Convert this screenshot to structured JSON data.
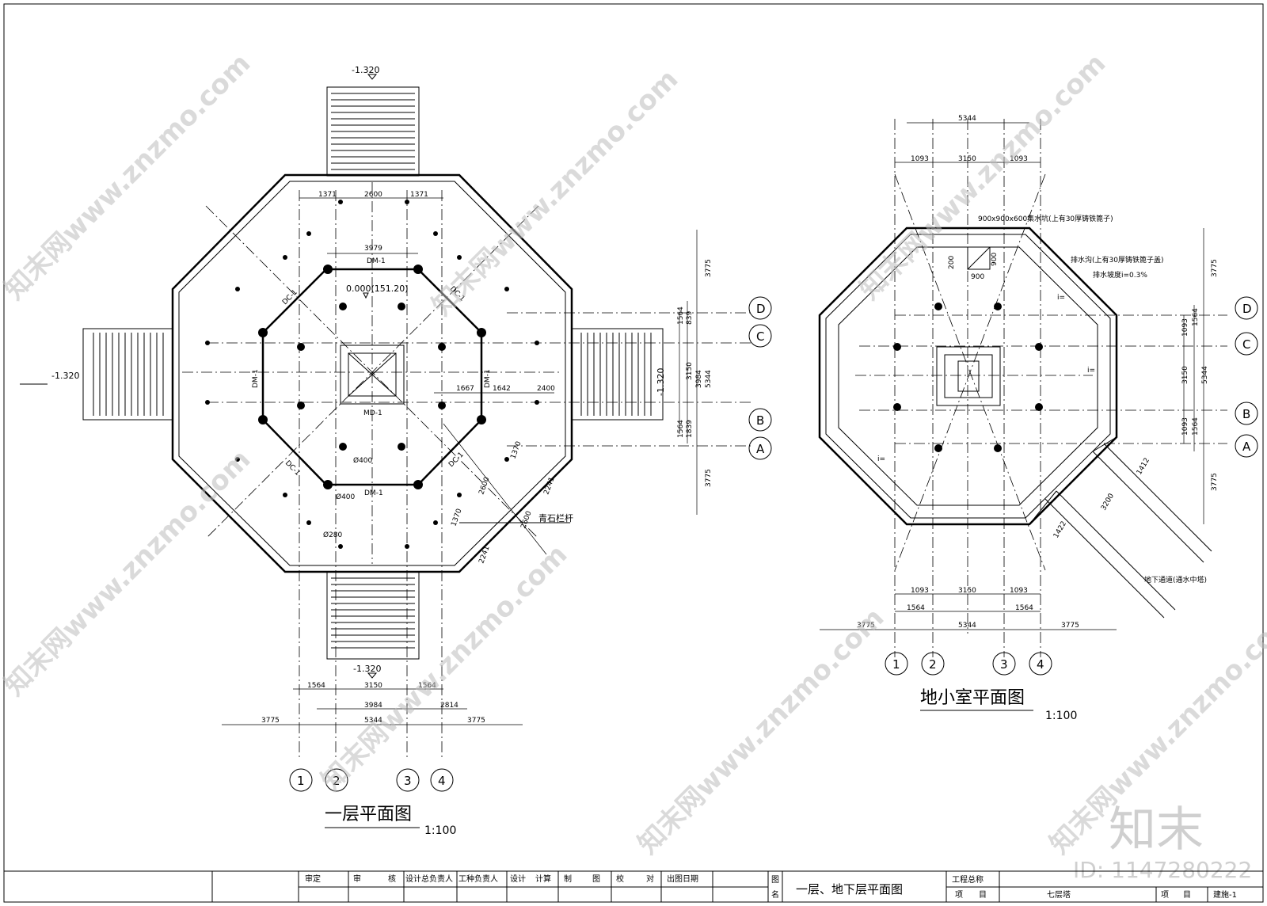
{
  "plan1": {
    "title": "一层平面图",
    "scale": "1:100",
    "level_center": "0.000(151.20)",
    "level_top": "-1.320",
    "level_left": "-1.320",
    "level_right": "-1.320",
    "level_bottom": "-1.320",
    "dims_top": [
      "1371",
      "2600",
      "1371"
    ],
    "dim_inner": "3979",
    "dims_right": [
      "1564",
      "839",
      "3150",
      "3984",
      "5344",
      "1839",
      "1564",
      "3775",
      "3775"
    ],
    "dims_bottom_row1": [
      "1564",
      "3150",
      "1564"
    ],
    "dims_bottom_row2": [
      "3984",
      "2814"
    ],
    "dims_bottom_row3": [
      "3775",
      "5344",
      "3775"
    ],
    "dims_mid": [
      "1667",
      "1642",
      "2400"
    ],
    "dims_diag": [
      "1370",
      "2600",
      "2241",
      "1370",
      "2600",
      "2241"
    ],
    "labels": [
      "DM-1",
      "DM-1",
      "DM-1",
      "DM-1",
      "DC-1",
      "DC-1",
      "DC-1",
      "DC-1",
      "MD-1"
    ],
    "col_sizes": [
      "Ø400",
      "Ø400",
      "Ø280"
    ],
    "railing": "青石栏杆",
    "axes_x": [
      "1",
      "2",
      "3",
      "4"
    ],
    "axes_y": [
      "D",
      "C",
      "B",
      "A"
    ]
  },
  "plan2": {
    "title": "地小室平面图",
    "scale": "1:100",
    "dims_top": [
      "5344",
      "1093",
      "3150",
      "1093"
    ],
    "dims_bottom_row1": [
      "1093",
      "3150",
      "1093"
    ],
    "dims_bottom_row2": [
      "1564",
      "1564"
    ],
    "dims_bottom_row3": [
      "3775",
      "5344",
      "3775"
    ],
    "dims_right": [
      "3775",
      "1564",
      "1093",
      "3150",
      "5344",
      "1093",
      "1564",
      "3775"
    ],
    "dims_misc": [
      "200",
      "900",
      "900",
      "1412",
      "3200",
      "1422"
    ],
    "note_sump": "900x900x600集水坑(上有30厚铸铁篦子)",
    "note_ditch": "排水沟(上有30厚铸铁篦子盖)",
    "note_slope": "排水坡度i=0.3%",
    "note_i1": "i=",
    "note_i2": "i=",
    "note_i3": "i=",
    "note_tunnel": "地下通道(通水中塔)",
    "axes_x": [
      "1",
      "2",
      "3",
      "4"
    ],
    "axes_y": [
      "D",
      "C",
      "B",
      "A"
    ]
  },
  "title_block": {
    "cells": [
      "审定",
      "审",
      "核",
      "设计总负责人",
      "工种负责人",
      "设计",
      "计算",
      "制",
      "图",
      "校",
      "对",
      "出图日期"
    ],
    "fig_label_a": "图",
    "fig_label_b": "名",
    "drawing_name": "一层、地下层平面图",
    "project_label": "工程总称",
    "project_value": "",
    "item_label": "项",
    "item_label_b": "目",
    "item_value": "七层塔",
    "no_label": "项",
    "no_label_b": "目",
    "drawing_no": "建施-1"
  },
  "watermark": {
    "brand": "知末",
    "id": "ID: 1147280222",
    "site": "知末网www.znzmo.com"
  }
}
